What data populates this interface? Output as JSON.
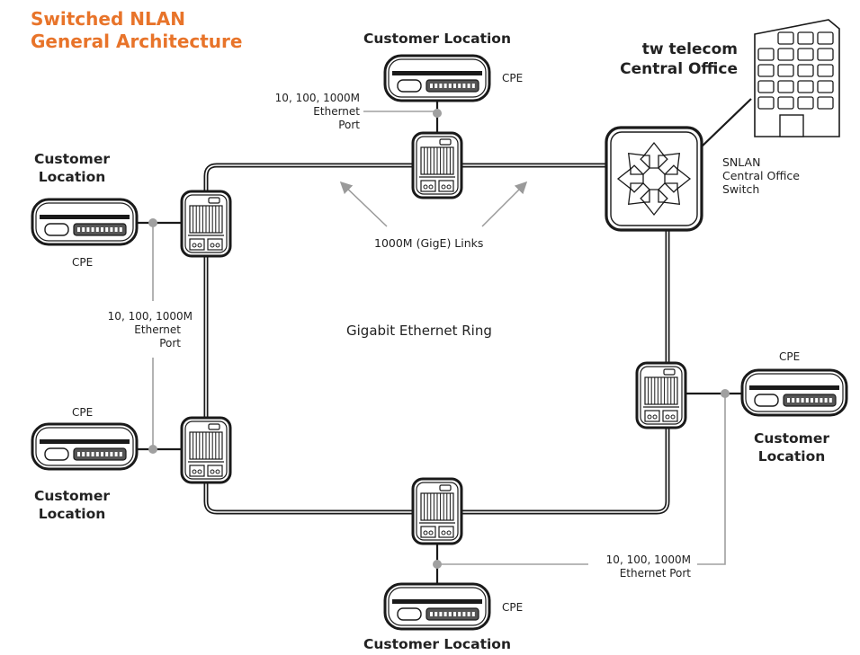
{
  "title": {
    "line1": "Switched NLAN",
    "line2": "General Architecture",
    "color": "#e8742a"
  },
  "central_office": {
    "line1": "tw telecom",
    "line2": "Central Office"
  },
  "switch_label": {
    "line1": "SNLAN",
    "line2": "Central Office",
    "line3": "Switch"
  },
  "links_label": "1000M (GigE) Links",
  "ring_label": "Gigabit Ethernet Ring",
  "customer_location": "Customer Location",
  "customer_word": "Customer",
  "location_word": "Location",
  "cpe": "CPE",
  "port_three_line": {
    "line1": "10, 100, 1000M",
    "line2": "Ethernet",
    "line3": "Port"
  },
  "port_two_line": {
    "line1": "10, 100, 1000M",
    "line2": "Ethernet Port"
  },
  "colors": {
    "line": "#1a1a1a",
    "callout": "#a0a0a0",
    "device_fill": "#ffffff",
    "device_port": "#555555"
  }
}
